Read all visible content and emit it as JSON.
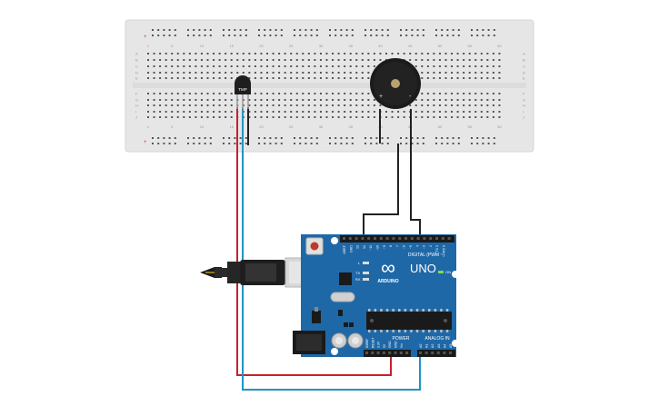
{
  "breadboard": {
    "rail_sign_plus": "+",
    "rail_sign_minus": "-",
    "column_numbers": [
      "1",
      "5",
      "10",
      "15",
      "20",
      "25",
      "30",
      "35",
      "40",
      "45",
      "50",
      "55",
      "60"
    ],
    "row_letters_top": [
      "A",
      "B",
      "C",
      "D",
      "E"
    ],
    "row_letters_bottom": [
      "F",
      "G",
      "H",
      "I",
      "J"
    ]
  },
  "sensor": {
    "label": "TMP"
  },
  "buzzer": {
    "plus": "+",
    "minus": "-"
  },
  "arduino": {
    "brand": "ARDUINO",
    "model": "UNO",
    "logo_symbol": "∞",
    "digital_label": "DIGITAL (PWM ~)",
    "power_label": "POWER",
    "analog_label": "ANALOG IN",
    "on_label": "ON",
    "led_labels": [
      "L",
      "TX",
      "RX"
    ],
    "ioref_labels": [
      "IOREF",
      "RESET",
      "3.3V",
      "5V",
      "GND",
      "GND",
      "Vin"
    ],
    "analog_pins": [
      "A0",
      "A1",
      "A2",
      "A3",
      "A4",
      "A5"
    ],
    "digital_pins": [
      "AREF",
      "GND",
      "13",
      "12",
      "~11",
      "~10",
      "~9",
      "8",
      "7",
      "~6",
      "~5",
      "4",
      "~3",
      "2",
      "TX 1",
      "RX 0"
    ]
  },
  "colors": {
    "board": "#1f68a7",
    "wire_red": "#c8202a",
    "wire_blue": "#1f94c5",
    "wire_black": "#222222",
    "breadboard": "#e6e6e6"
  }
}
